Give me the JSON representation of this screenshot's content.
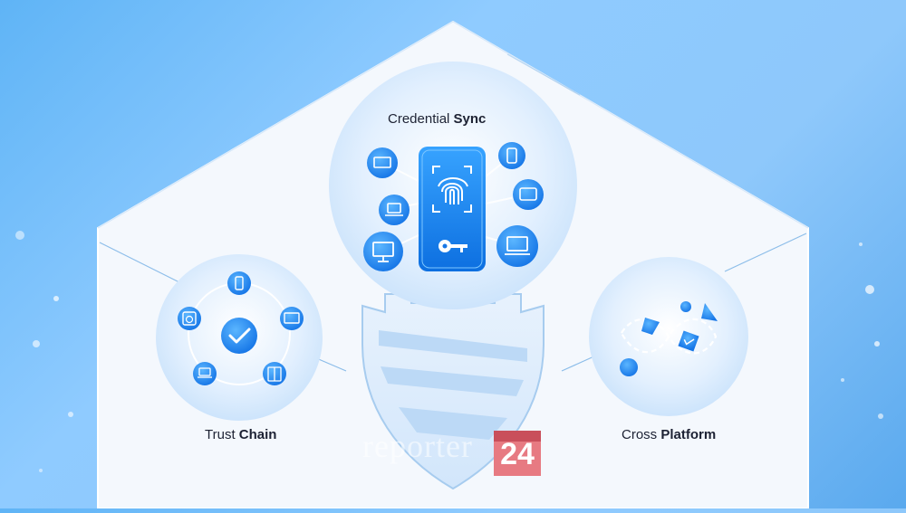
{
  "features": [
    {
      "light": "Credential ",
      "bold": "Sync"
    },
    {
      "light": "Trust ",
      "bold": "Chain"
    },
    {
      "light": "Cross ",
      "bold": "Platform"
    }
  ],
  "watermark": {
    "text": "reporter",
    "number": "24"
  },
  "colors": {
    "background_blue": "#6fbaf7",
    "house_panel": "#f4f8fd",
    "accent_blue": "#1f86ee",
    "deep_blue": "#0c63d6",
    "circle_light": "#dfeefe",
    "watermark_red": "#e77a82"
  },
  "icons": [
    "fingerprint-icon",
    "key-icon",
    "checkmark-icon",
    "shield-icon",
    "infinity-icon",
    "phone-icon",
    "monitor-icon",
    "laptop-icon",
    "tablet-icon",
    "washer-icon",
    "fridge-icon",
    "tv-icon"
  ]
}
